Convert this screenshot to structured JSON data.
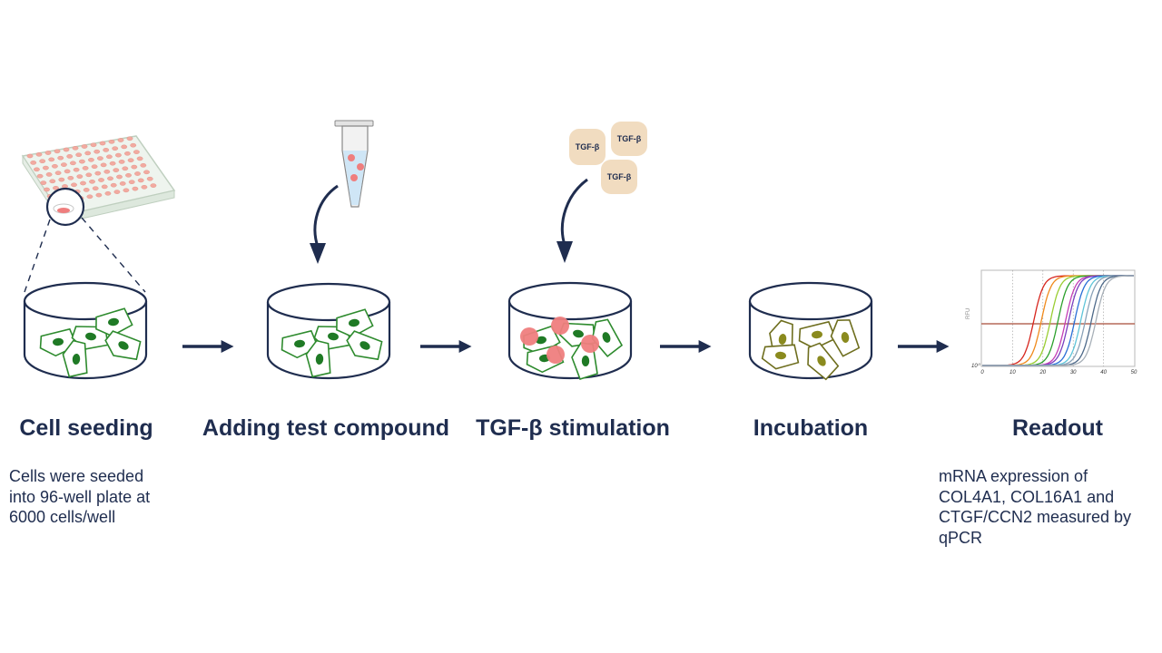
{
  "steps": [
    {
      "title": "Cell seeding"
    },
    {
      "title": "Adding test compound"
    },
    {
      "title": "TGF-β stimulation"
    },
    {
      "title": "Incubation"
    },
    {
      "title": "Readout"
    }
  ],
  "descriptions": {
    "seeding": [
      "Cells were seeded",
      "into 96-well plate at",
      "6000 cells/well"
    ],
    "readout": [
      "mRNA expression of",
      "COL4A1, COL16A1 and",
      "CTGF/CCN2 measured by",
      "qPCR"
    ]
  },
  "tgf_label": "TGF-β",
  "qpcr": {
    "ylabel": "RFU",
    "x_ticks": [
      "0",
      "10",
      "20",
      "30",
      "40",
      "50"
    ],
    "y_tick": "10⁰"
  },
  "colors": {
    "navy": "#1f2d4f",
    "healthy_cell": "#2e8b2e",
    "stimulated_cell": "#7a7a22",
    "compound_dot": "#ef7e7e",
    "tgf_bg": "#f1dcc0",
    "threshold": "#b56a5a"
  }
}
